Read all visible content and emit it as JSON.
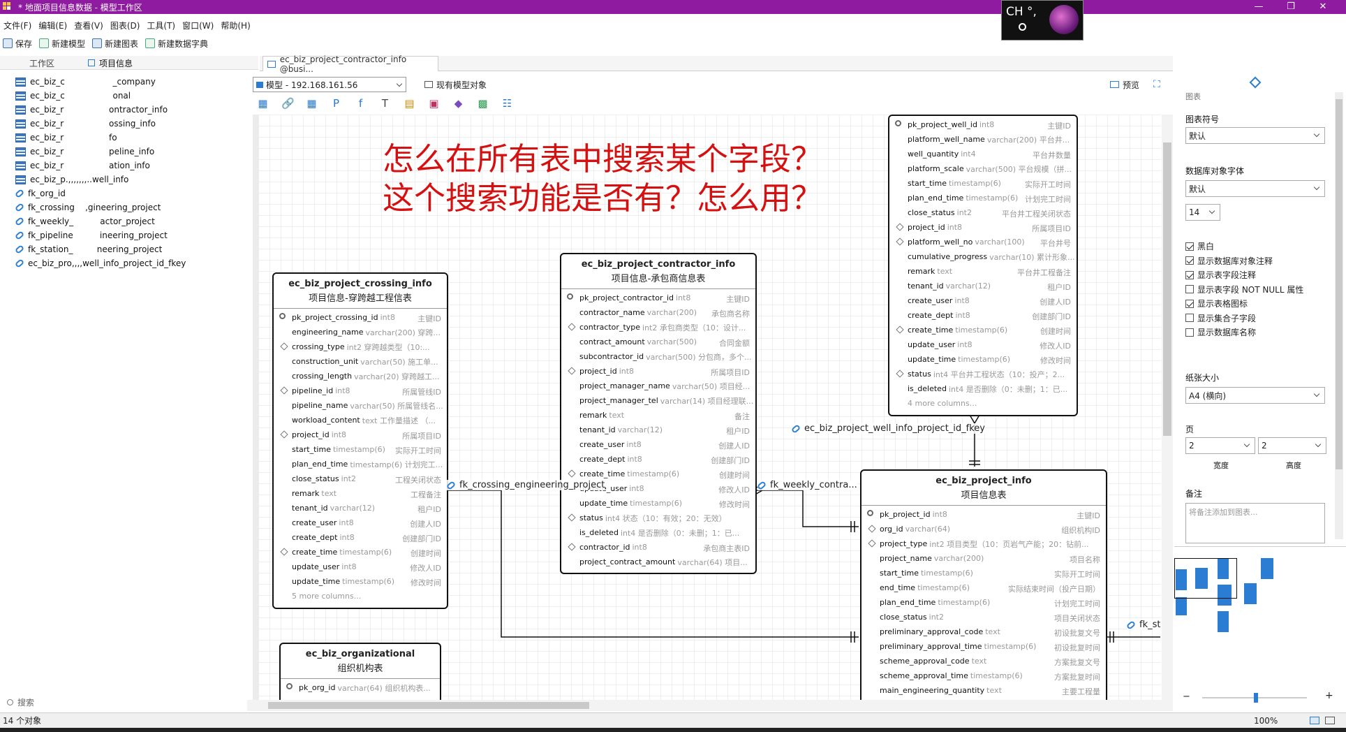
{
  "window": {
    "title": "* 地面项目信息数据 - 模型工作区"
  },
  "ime": {
    "label": "CH °,"
  },
  "menu": [
    "文件(F)",
    "编辑(E)",
    "查看(V)",
    "图表(D)",
    "工具(T)",
    "窗口(W)",
    "帮助(H)"
  ],
  "toolbar": [
    "保存",
    "新建模型",
    "新建图表",
    "新建数据字典"
  ],
  "left_tabs": [
    "工作区",
    "项目信息"
  ],
  "tree": [
    {
      "kind": "table",
      "label": "ec_biz_c                  _company"
    },
    {
      "kind": "table",
      "label": "ec_biz_c                  onal"
    },
    {
      "kind": "table",
      "label": "ec_biz_r                 ontractor_info"
    },
    {
      "kind": "table",
      "label": "ec_biz_r                 ossing_info"
    },
    {
      "kind": "table",
      "label": "ec_biz_r                 fo"
    },
    {
      "kind": "table",
      "label": "ec_biz_r                 peline_info"
    },
    {
      "kind": "table",
      "label": "ec_biz_r                 ation_info"
    },
    {
      "kind": "table",
      "label": "ec_biz_p.,,,,,,,..well_info"
    },
    {
      "kind": "fk",
      "label": "fk_org_id"
    },
    {
      "kind": "fk",
      "label": "fk_crossing    ,gineering_project"
    },
    {
      "kind": "fk",
      "label": "fk_weekly_          actor_project"
    },
    {
      "kind": "fk",
      "label": "fk_pipeline          ineering_project"
    },
    {
      "kind": "fk",
      "label": "fk_station_         neering_project"
    },
    {
      "kind": "fk",
      "label": "ec_biz_pro,,,,well_info_project_id_fkey"
    }
  ],
  "left_search_placeholder": "搜索",
  "doc_tab": "ec_biz_project_contractor_info @busi...",
  "canvas_toolbar": {
    "model": "模型 - 192.168.161.56",
    "existing": "现有模型对象",
    "preview": "预览"
  },
  "question": {
    "line1": "怎么在所有表中搜索某个字段？",
    "line2": "这个搜索功能是否有？怎么用？"
  },
  "tables": [
    {
      "id": "crossing",
      "name": "ec_biz_project_crossing_info",
      "comment": "项目信息-穿跨越工程信表",
      "rows": [
        [
          "pk",
          "pk_project_crossing_id",
          "int8",
          "主键ID"
        ],
        [
          "",
          "engineering_name",
          "varchar(200) 穿跨...",
          ""
        ],
        [
          "fk",
          "crossing_type",
          "int2 穿跨越类型（10:...",
          ""
        ],
        [
          "",
          "construction_unit",
          "varchar(50) 施工单...",
          ""
        ],
        [
          "",
          "crossing_length",
          "varchar(20) 穿跨越工...",
          ""
        ],
        [
          "fk",
          "pipeline_id",
          "int8",
          "所属管线ID"
        ],
        [
          "",
          "pipeline_name",
          "varchar(50) 所属管线名...",
          ""
        ],
        [
          "",
          "workload_content",
          "text 工作量描述 （...",
          ""
        ],
        [
          "fk",
          "project_id",
          "int8",
          "所属项目ID"
        ],
        [
          "",
          "start_time",
          "timestamp(6)",
          "实际开工时间"
        ],
        [
          "",
          "plan_end_time",
          "timestamp(6) 计划完工...",
          ""
        ],
        [
          "",
          "close_status",
          "int2",
          "工程关闭状态"
        ],
        [
          "",
          "remark",
          "text",
          "工程备注"
        ],
        [
          "",
          "tenant_id",
          "varchar(12)",
          "租户ID"
        ],
        [
          "",
          "create_user",
          "int8",
          "创建人ID"
        ],
        [
          "",
          "create_dept",
          "int8",
          "创建部门ID"
        ],
        [
          "fk",
          "create_time",
          "timestamp(6)",
          "创建时间"
        ],
        [
          "",
          "update_user",
          "int8",
          "修改人ID"
        ],
        [
          "",
          "update_time",
          "timestamp(6)",
          "修改时间"
        ]
      ],
      "more": "5 more columns..."
    },
    {
      "id": "contractor",
      "name": "ec_biz_project_contractor_info",
      "comment": "项目信息-承包商信息表",
      "rows": [
        [
          "pk",
          "pk_project_contractor_id",
          "int8",
          "主键ID"
        ],
        [
          "",
          "contractor_name",
          "varchar(200)",
          "承包商名称"
        ],
        [
          "fk",
          "contractor_type",
          "int2 承包商类型（10：设计...",
          ""
        ],
        [
          "",
          "contract_amount",
          "varchar(500)",
          "合同金额"
        ],
        [
          "",
          "subcontractor_id",
          "varchar(500) 分包商，多个...",
          ""
        ],
        [
          "fk",
          "project_id",
          "int8",
          "所属项目ID"
        ],
        [
          "",
          "project_manager_name",
          "varchar(50) 项目经...",
          ""
        ],
        [
          "",
          "project_manager_tel",
          "varchar(14) 项目经理联...",
          ""
        ],
        [
          "",
          "remark",
          "text",
          "备注"
        ],
        [
          "",
          "tenant_id",
          "varchar(12)",
          "租户ID"
        ],
        [
          "",
          "create_user",
          "int8",
          "创建人ID"
        ],
        [
          "",
          "create_dept",
          "int8",
          "创建部门ID"
        ],
        [
          "fk",
          "create_time",
          "timestamp(6)",
          "创建时间"
        ],
        [
          "",
          "update_user",
          "int8",
          "修改人ID"
        ],
        [
          "",
          "update_time",
          "timestamp(6)",
          "修改时间"
        ],
        [
          "fk",
          "status",
          "int4    状态（10：有效；20：无效）",
          ""
        ],
        [
          "",
          "is_deleted",
          "int4 是否删除（0：未删；1：已...",
          ""
        ],
        [
          "fk",
          "contractor_id",
          "int8",
          "承包商主表ID"
        ],
        [
          "",
          "project_contract_amount",
          "varchar(64) 项目...",
          ""
        ]
      ],
      "more": ""
    },
    {
      "id": "well",
      "name": "",
      "comment": "",
      "rows": [
        [
          "pk",
          "pk_project_well_id",
          "int8",
          "主键ID"
        ],
        [
          "",
          "platform_well_name",
          "varchar(200) 平台井...",
          ""
        ],
        [
          "",
          "well_quantity",
          "int4",
          "平台井数量"
        ],
        [
          "",
          "platform_scale",
          "varchar(500) 平台规模（拼...",
          ""
        ],
        [
          "",
          "start_time",
          "timestamp(6)",
          "实际开工时间"
        ],
        [
          "",
          "plan_end_time",
          "timestamp(6)",
          "计划完工时间"
        ],
        [
          "",
          "close_status",
          "int2",
          "平台井工程关闭状态"
        ],
        [
          "fk",
          "project_id",
          "int8",
          "所属项目ID"
        ],
        [
          "fk",
          "platform_well_no",
          "varchar(100)",
          "平台井号"
        ],
        [
          "",
          "cumulative_progress",
          "varchar(10) 累计形象...",
          ""
        ],
        [
          "",
          "remark",
          "text",
          "平台井工程备注"
        ],
        [
          "",
          "tenant_id",
          "varchar(12)",
          "租户ID"
        ],
        [
          "",
          "create_user",
          "int8",
          "创建人ID"
        ],
        [
          "",
          "create_dept",
          "int8",
          "创建部门ID"
        ],
        [
          "fk",
          "create_time",
          "timestamp(6)",
          "创建时间"
        ],
        [
          "",
          "update_user",
          "int8",
          "修改人ID"
        ],
        [
          "",
          "update_time",
          "timestamp(6)",
          "修改时间"
        ],
        [
          "fk",
          "status",
          "int4 平台井工程状态（10：投产；2...",
          ""
        ],
        [
          "",
          "is_deleted",
          "int4 是否删除（0：未删；1：已...",
          ""
        ]
      ],
      "more": "4 more columns..."
    },
    {
      "id": "project",
      "name": "ec_biz_project_info",
      "comment": "项目信息表",
      "rows": [
        [
          "pk",
          "pk_project_id",
          "int8",
          "主键ID"
        ],
        [
          "fk",
          "org_id",
          "varchar(64)",
          "组织机构ID"
        ],
        [
          "fk",
          "project_type",
          "int2 项目类型（10：页岩气产能；20：钻前...",
          ""
        ],
        [
          "",
          "project_name",
          "varchar(200)",
          "项目名称"
        ],
        [
          "",
          "start_time",
          "timestamp(6)",
          "实际开工时间"
        ],
        [
          "",
          "end_time",
          "timestamp(6)",
          "实际结束时间（投产日期）"
        ],
        [
          "",
          "plan_end_time",
          "timestamp(6)",
          "计划完工时间"
        ],
        [
          "",
          "close_status",
          "int2",
          "项目关闭状态"
        ],
        [
          "",
          "preliminary_approval_code",
          "text",
          "初设批复文号"
        ],
        [
          "",
          "preliminary_approval_time",
          "timestamp(6)",
          "初设批复时间"
        ],
        [
          "",
          "scheme_approval_code",
          "text",
          "方案批复文号"
        ],
        [
          "",
          "scheme_approval_time",
          "timestamp(6)",
          "方案批复时间"
        ],
        [
          "",
          "main_engineering_quantity",
          "text",
          "主要工程量"
        ]
      ],
      "more": ""
    },
    {
      "id": "org",
      "name": "ec_biz_organizational",
      "comment": "组织机构表",
      "rows": [
        [
          "pk",
          "pk_org_id",
          "varchar(64) 组织机构表...",
          ""
        ]
      ],
      "more": ""
    }
  ],
  "relations": {
    "crossing": "fk_crossing_engineering_project",
    "weekly": "fk_weekly_contra...",
    "well": "ec_biz_project_well_info_project_id_fkey",
    "station": "fk_sta"
  },
  "right_panel": {
    "section": "图表",
    "symbol_label": "图表符号",
    "symbol_value": "默认",
    "font_label": "数据库对象字体",
    "font_value": "默认",
    "font_size": "14",
    "checks": [
      {
        "label": "黑白",
        "on": true
      },
      {
        "label": "显示数据库对象注释",
        "on": true
      },
      {
        "label": "显示表字段注释",
        "on": true
      },
      {
        "label": "显示表字段 NOT NULL 属性",
        "on": false
      },
      {
        "label": "显示表格图标",
        "on": true
      },
      {
        "label": "显示集合子字段",
        "on": false
      },
      {
        "label": "显示数据库名称",
        "on": false
      }
    ],
    "paper_label": "纸张大小",
    "paper_value": "A4 (横向)",
    "page_label": "页",
    "page_w": "2",
    "page_h": "2",
    "w_label": "宽度",
    "h_label": "高度",
    "note_label": "备注",
    "note_placeholder": "将备注添加到图表..."
  },
  "status": {
    "objects": "14 个对象",
    "zoom": "100%"
  }
}
